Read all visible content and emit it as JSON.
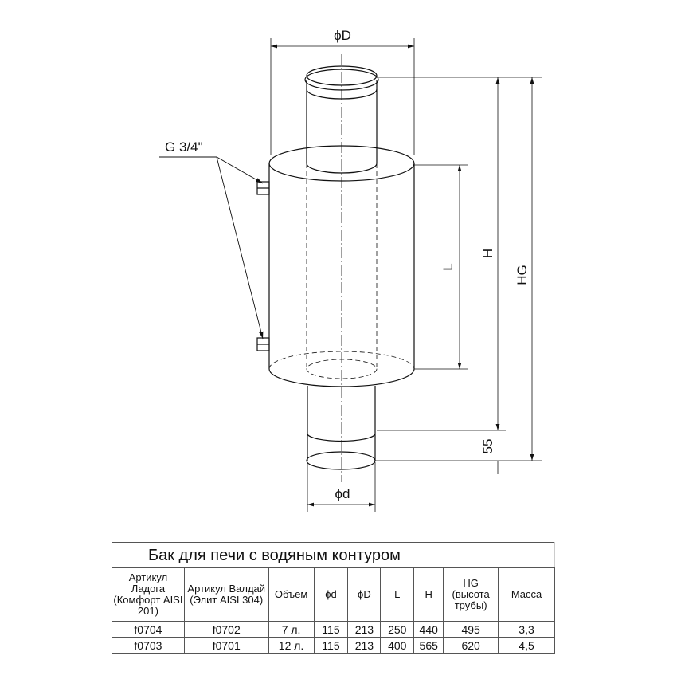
{
  "drawing": {
    "label_D": "ϕD",
    "label_d": "ϕd",
    "label_H": "H",
    "label_HG": "HG",
    "label_L": "L",
    "label_55": "55",
    "label_thread": "G 3/4\""
  },
  "table": {
    "title": "Бак для печи с водяным контуром",
    "headers": [
      "Артикул Ладога (Комфорт AISI 201)",
      "Артикул Валдай (Элит AISI 304)",
      "Объем",
      "ϕd",
      "ϕD",
      "L",
      "H",
      "HG (высота трубы)",
      "Масса"
    ],
    "rows": [
      [
        "f0704",
        "f0702",
        "7 л.",
        "115",
        "213",
        "250",
        "440",
        "495",
        "3,3"
      ],
      [
        "f0703",
        "f0701",
        "12 л.",
        "115",
        "213",
        "400",
        "565",
        "620",
        "4,5"
      ]
    ]
  }
}
